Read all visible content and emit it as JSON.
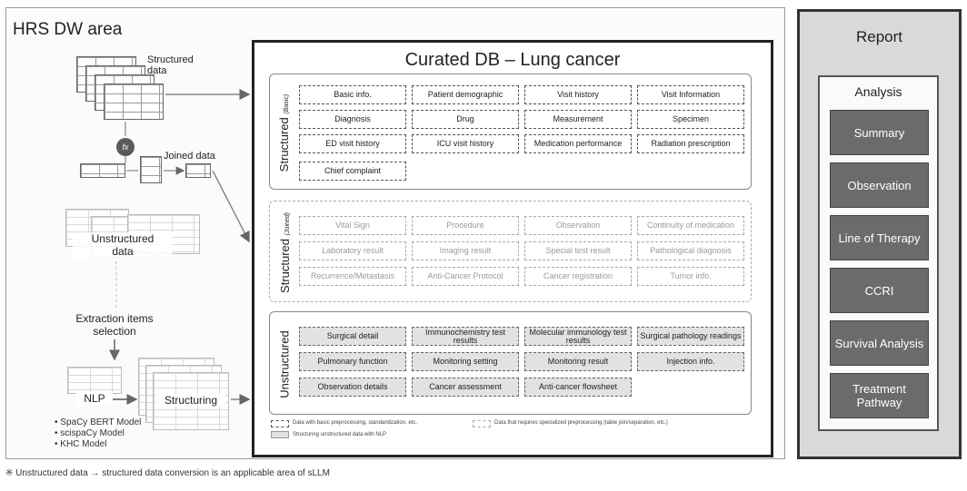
{
  "hrs": {
    "title": "HRS DW area",
    "structured_label": "Structured\ndata",
    "fx_label": "fx",
    "joined_label": "Joined data",
    "unstructured_label": "Unstructured\ndata",
    "extraction_label": "Extraction items\nselection",
    "nlp_label": "NLP",
    "structuring_label": "Structuring",
    "models": [
      "SpaCy BERT Model",
      "scispaCy Model",
      "KHC Model"
    ]
  },
  "curated": {
    "title": "Curated DB – Lung cancer",
    "sections": [
      {
        "label": "Structured",
        "sublabel": "(Basic)",
        "cells": [
          "Basic info.",
          "Patient demographic",
          "Visit history",
          "Visit Information",
          "Diagnosis",
          "Drug",
          "Measurement",
          "Specimen",
          "ED visit history",
          "ICU visit history",
          "Medication performance",
          "Radiation prescription",
          "Chief complaint"
        ]
      },
      {
        "label": "Structured",
        "sublabel": "(Joined)",
        "cells": [
          "Vital Sign",
          "Procedure",
          "Observation",
          "Continuity of medication",
          "Laboratory result",
          "Imaging result",
          "Special test result",
          "Pathological diagnosis",
          "Recurrence/Metastasis",
          "Anti-Cancer Protocol",
          "Cancer registration",
          "Tumor info."
        ]
      },
      {
        "label": "Unstructured",
        "sublabel": "",
        "cells": [
          "Surgical detail",
          "Immunochemistry test results",
          "Molecular immunology test results",
          "Surgical pathology readings",
          "Pulmonary function",
          "Monitoring setting",
          "Monitoring result",
          "Injection info.",
          "Observation details",
          "Cancer assessment",
          "Anti-cancer flowsheet"
        ]
      }
    ],
    "legend": [
      "Data with basic preprocessing, standardization, etc.",
      "Data that requires specialized preprocessing (table join/separation, etc.)",
      "Structuring unstructured data with NLP"
    ]
  },
  "report": {
    "title": "Report",
    "analysis_title": "Analysis",
    "items": [
      "Summary",
      "Observation",
      "Line of Therapy",
      "CCRI",
      "Survival Analysis",
      "Treatment Pathway"
    ]
  },
  "footnote": "※ Unstructured data → structured data conversion is an applicable area of sLLM"
}
